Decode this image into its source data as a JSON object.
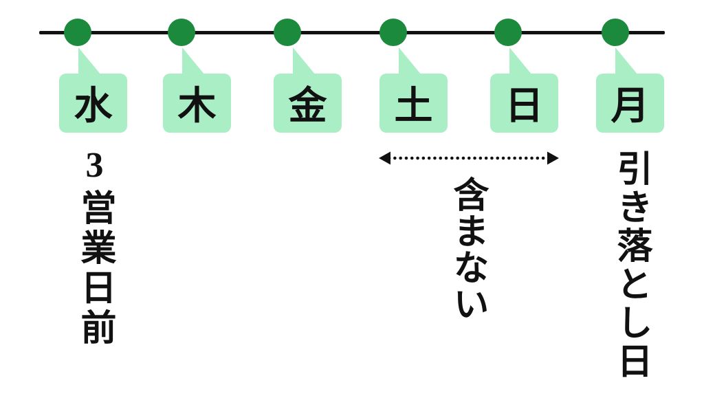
{
  "page": {
    "background_color": "#ffffff",
    "text_color": "#111111"
  },
  "timeline": {
    "line_color": "#111111",
    "node_color": "#1b8a3c",
    "bubble_color": "#aaeec6",
    "days": [
      {
        "label": "水"
      },
      {
        "label": "木"
      },
      {
        "label": "金"
      },
      {
        "label": "土"
      },
      {
        "label": "日"
      },
      {
        "label": "月"
      }
    ]
  },
  "annotations": {
    "before_label": "3営業日前",
    "excluded_label": "含まない",
    "debit_day_label": "引き落とし日"
  },
  "arrow": {
    "type": "dotted-double-headed",
    "color": "#111111",
    "spans_days": "土〜日"
  }
}
